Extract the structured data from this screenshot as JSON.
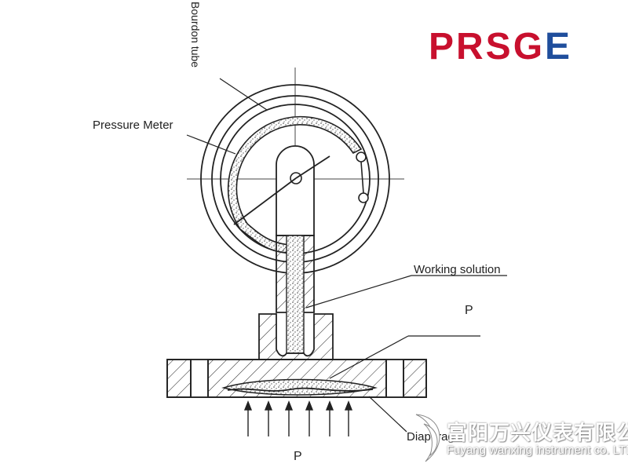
{
  "labels": {
    "bourdon_tube": "Bourdon tube",
    "pressure_meter": "Pressure Meter",
    "working_solution": "Working solution",
    "pressure_top": "P",
    "diaphragm": "Diaphragm",
    "pressure_bottom": "P"
  },
  "logo": {
    "text_red": "PRSG",
    "text_blue": "E",
    "color_red": "#c8102e",
    "color_blue": "#1f4e9c"
  },
  "watermark": {
    "company_cn": "富阳万兴仪表有限公司",
    "company_en": "Fuyang wanxing instrument co. LTD"
  }
}
